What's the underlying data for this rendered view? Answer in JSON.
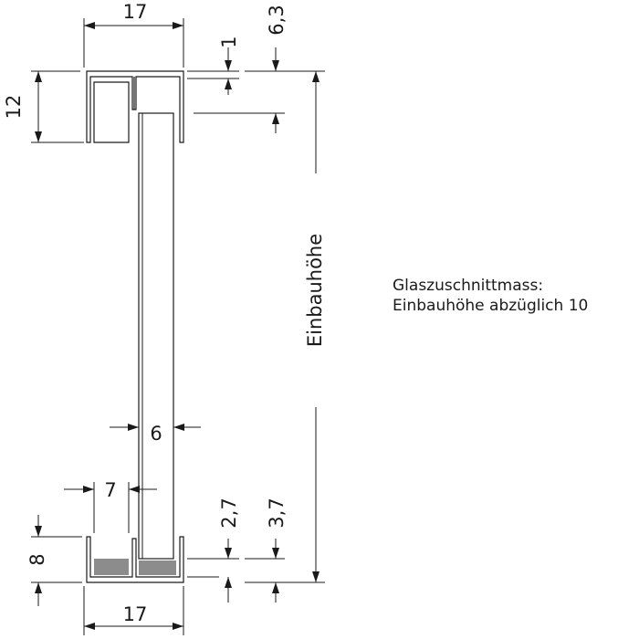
{
  "dimensions": {
    "top_width": "17",
    "wall_top": "1",
    "top_depth": "6,3",
    "top_height": "12",
    "height_label": "Einbauhöhe",
    "glass_thickness": "6",
    "gap_width": "7",
    "bottom_gap": "2,7",
    "bottom_depth": "3,7",
    "bottom_height": "8",
    "bottom_width": "17"
  },
  "note": {
    "line1": "Glaszuschnittmass:",
    "line2": "Einbauhöhe abzüglich 10"
  },
  "colors": {
    "line": "#1a1a1a",
    "seal": "#8c8c8c"
  }
}
